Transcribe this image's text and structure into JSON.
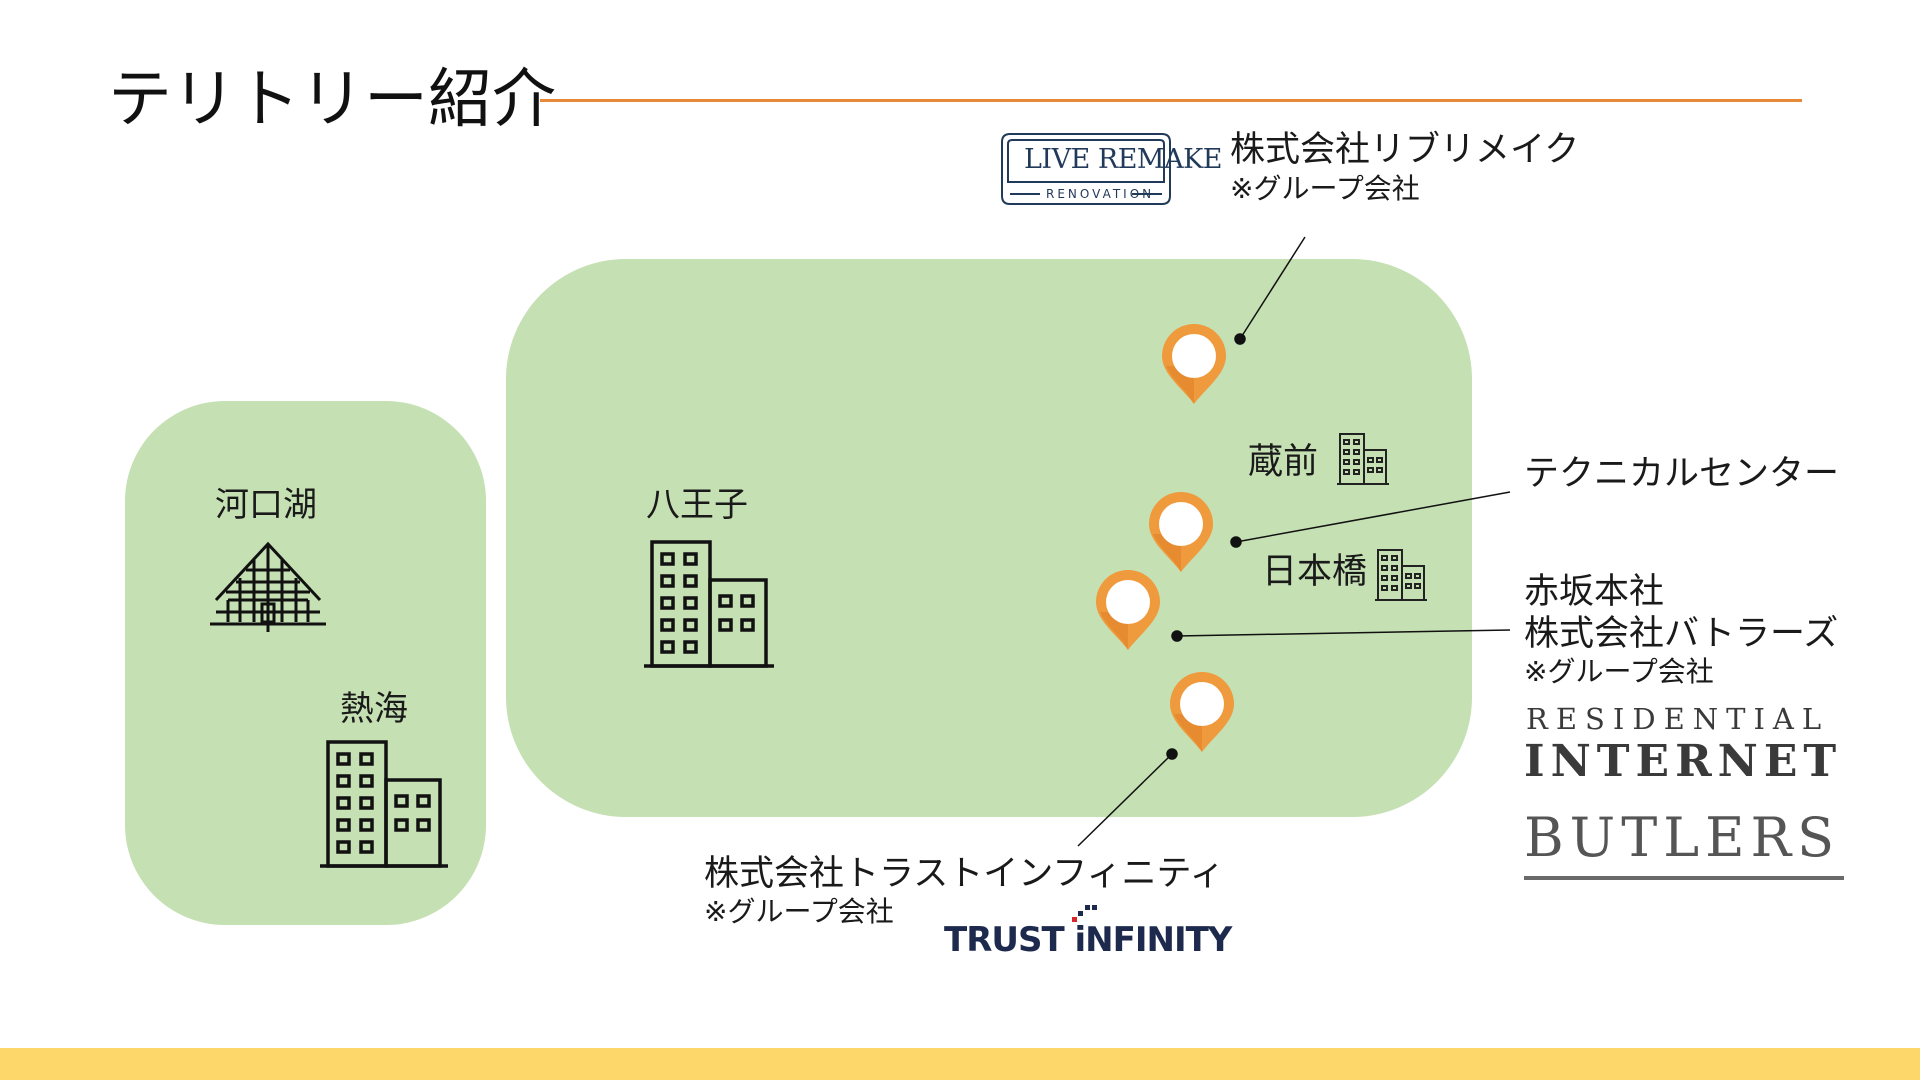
{
  "slide": {
    "title": "テリトリー紹介",
    "regions": [
      {
        "places": [
          {
            "name": "河口湖",
            "icon": "lodge-icon"
          },
          {
            "name": "熱海",
            "icon": "building-icon"
          }
        ]
      },
      {
        "places": [
          {
            "name": "八王子",
            "icon": "building-icon"
          },
          {
            "name": "蔵前",
            "icon": "small-building-icon"
          },
          {
            "name": "日本橋",
            "icon": "small-building-icon"
          }
        ]
      }
    ],
    "callouts": {
      "live_remake": {
        "company": "株式会社リブリメイク",
        "note": "※グループ会社",
        "logo_main": "LIVE REMAKE",
        "logo_sub": "RENOVATION"
      },
      "technical_center": {
        "company": "テクニカルセンター"
      },
      "akasaka": {
        "line1": "赤坂本社",
        "line2": "株式会社バトラーズ",
        "note": "※グループ会社",
        "logo_line1": "RESIDENTIAL",
        "logo_line2": "INTERNET",
        "logo_line3": "BUTLERS"
      },
      "trust_infinity": {
        "company": "株式会社トラストインフィニティ",
        "note": "※グループ会社",
        "logo_word1": "TRUST",
        "logo_word2": "iNFINITY"
      }
    },
    "colors": {
      "accent": "#e8893a",
      "pin": "#ef9a3d",
      "region_fill": "#c5e0b3",
      "footer": "#fdd76a",
      "trust_navy": "#1d2a4d",
      "trust_red": "#d9262c"
    }
  }
}
